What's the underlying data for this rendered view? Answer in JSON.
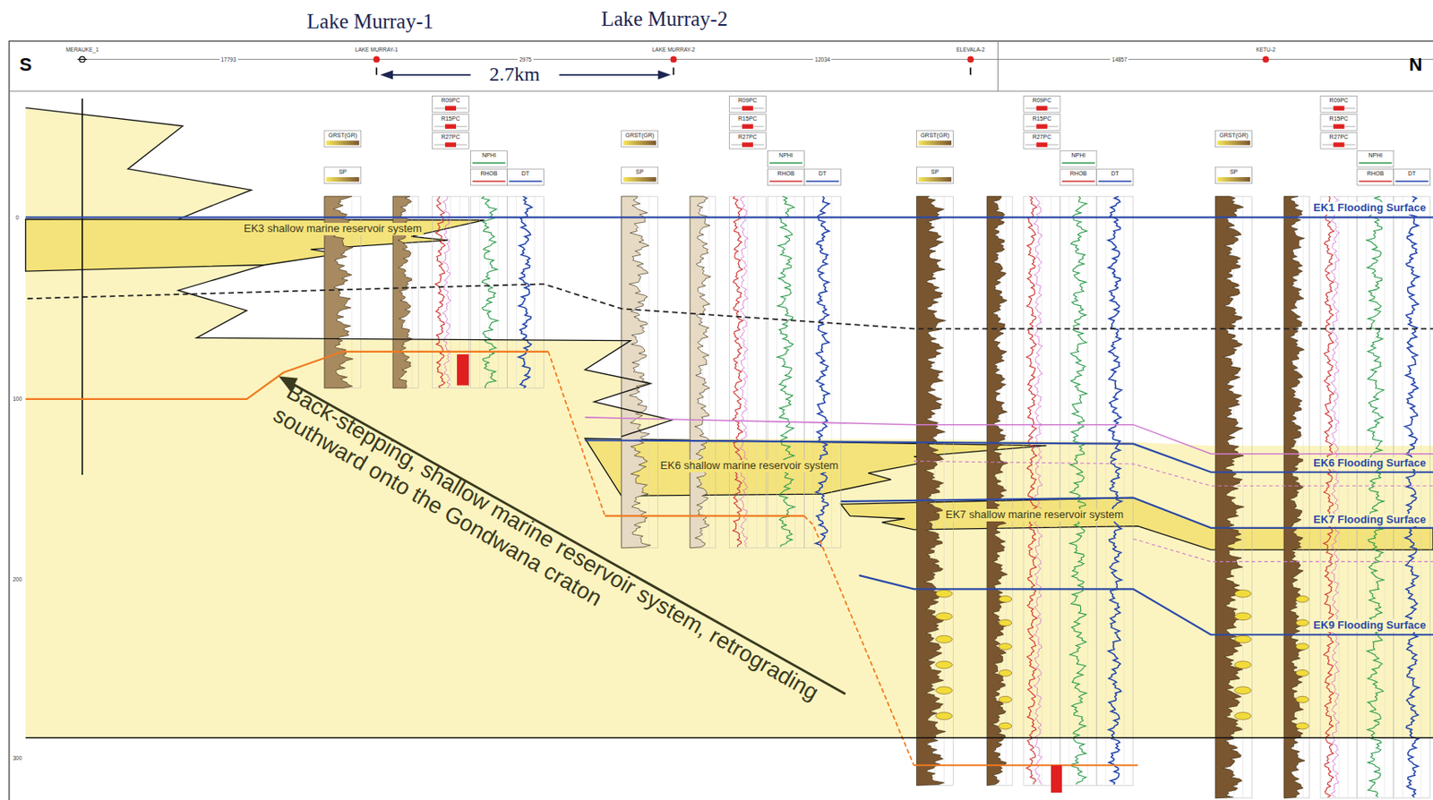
{
  "diagram": {
    "labels": [
      "Lake Murray-1",
      "Lake Murray-2",
      "S",
      "N",
      "2.7km",
      "MERAUKE_1",
      "17793",
      "LAKE MURRAY-1",
      "2975",
      "LAKE MURRAY-2",
      "12034",
      "ELEVALA-2",
      "14857",
      "KETU-2",
      "0",
      "100",
      "200",
      "300",
      "EK3 shallow marine reservoir system",
      "EK1 Flooding Surface",
      "EK6 shallow marine reservoir system",
      "EK6 Flooding Surface",
      "EK7 shallow marine reservoir system",
      "EK7 Flooding Surface",
      "EK9 Flooding Surface",
      "Back-stepping, shallow marine reservoir system, retrograding southward onto the Gondwana craton",
      "GRST(GR)",
      "SP",
      "R09PC",
      "R15PC",
      "R27PC",
      "NPHI",
      "RHOB",
      "DT",
      "GRST(GR)",
      "SP",
      "R09PC",
      "R15PC",
      "R27PC",
      "NPHI",
      "RHOB",
      "DT",
      "GRST(GR)",
      "SP",
      "R09PC",
      "R15PC",
      "R27PC",
      "NPHI",
      "RHOB",
      "DT",
      "GRST(GR)",
      "SP",
      "R09PC",
      "R15PC",
      "R27PC",
      "NPHI",
      "RHOB",
      "DT"
    ]
  }
}
